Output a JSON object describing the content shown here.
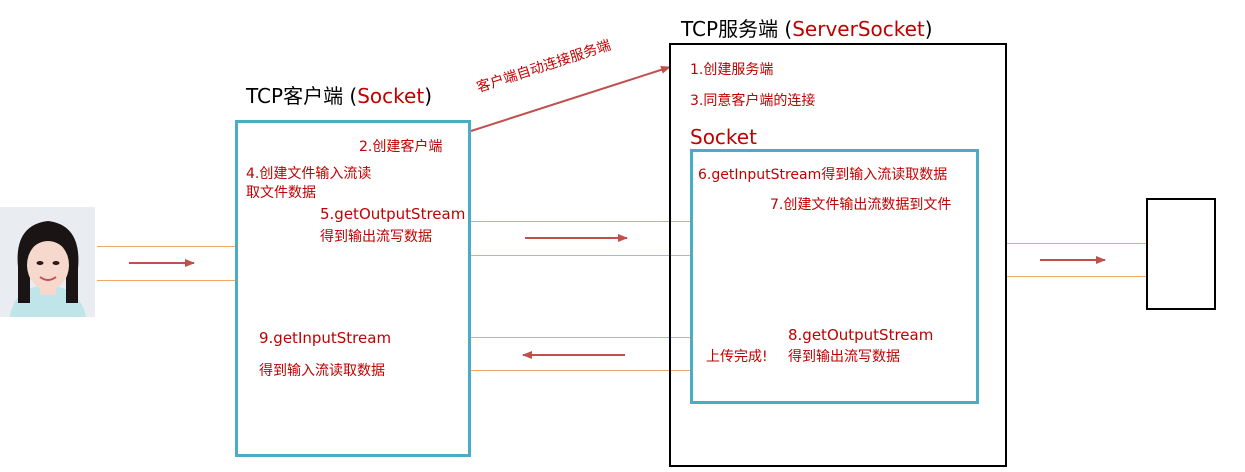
{
  "client": {
    "title_prefix": "TCP客户端 (",
    "title_highlight": "Socket",
    "title_suffix": ")",
    "steps": {
      "s2": "2.创建客户端",
      "s4_line1": "4.创建文件输入流读",
      "s4_line2": "取文件数据",
      "s5_line1": "5.getOutputStream",
      "s5_line2": "得到输出流写数据",
      "s9_line1": "9.getInputStream",
      "s9_line2": "得到输入流读取数据"
    }
  },
  "server": {
    "title_prefix": "TCP服务端 (",
    "title_highlight": "ServerSocket",
    "title_suffix": ")",
    "steps": {
      "s1": "1.创建服务端",
      "s3": "3.同意客户端的连接"
    },
    "socket": {
      "label": "Socket",
      "s6": "6.getInputStream得到输入流读取数据",
      "s7": "7.创建文件输出流数据到文件",
      "s8_line1": "8.getOutputStream",
      "s8_line2": "得到输出流写数据",
      "done": "上传完成!"
    }
  },
  "connection_label": "客户端自动连接服务端",
  "colors": {
    "accent_red": "#c00000",
    "box_teal": "#4bacc6",
    "arrow": "#c0504d",
    "pipe_line": "#f0a868"
  },
  "icons": {
    "user_photo": "person-photo-icon",
    "file_target": "file-box-icon"
  }
}
